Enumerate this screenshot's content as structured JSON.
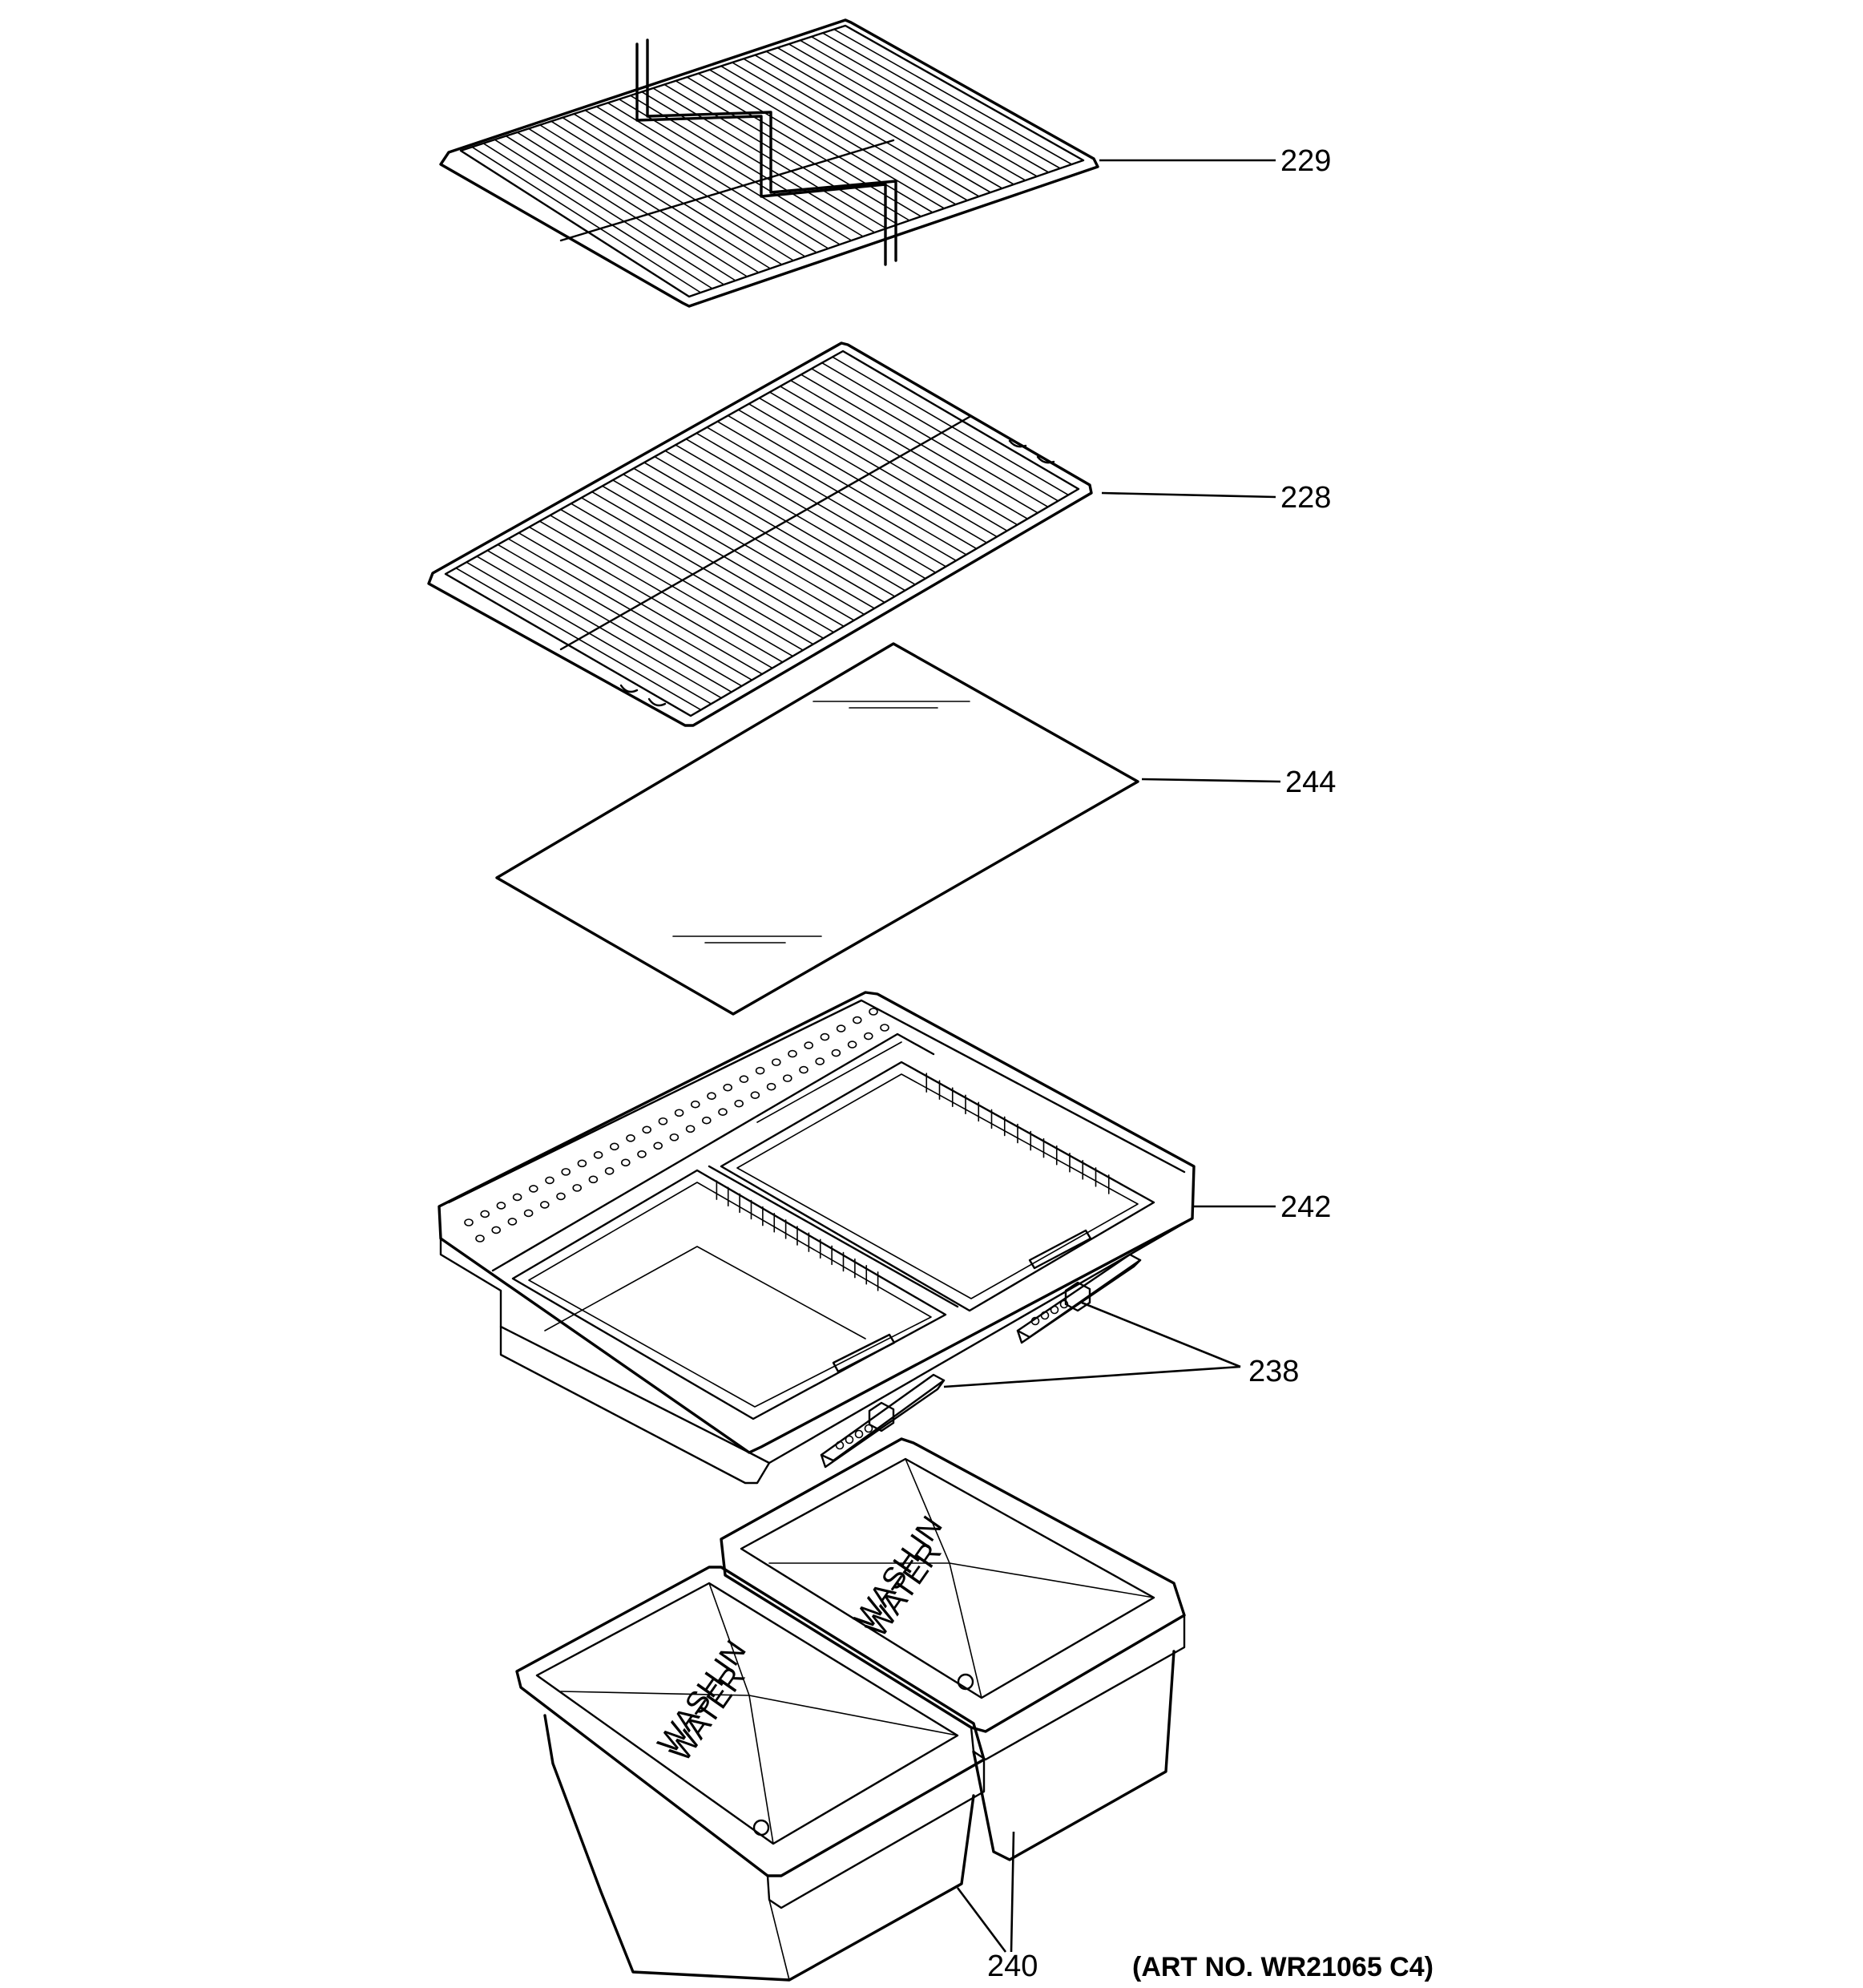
{
  "callouts": {
    "c229": "229",
    "c228": "228",
    "c244": "244",
    "c242": "242",
    "c238": "238",
    "c240": "240"
  },
  "bin_label_left": [
    "WASH IN",
    "WATER"
  ],
  "bin_label_right": [
    "WASH IN",
    "WATER"
  ],
  "art_number": "(ART NO. WR21065 C4)"
}
